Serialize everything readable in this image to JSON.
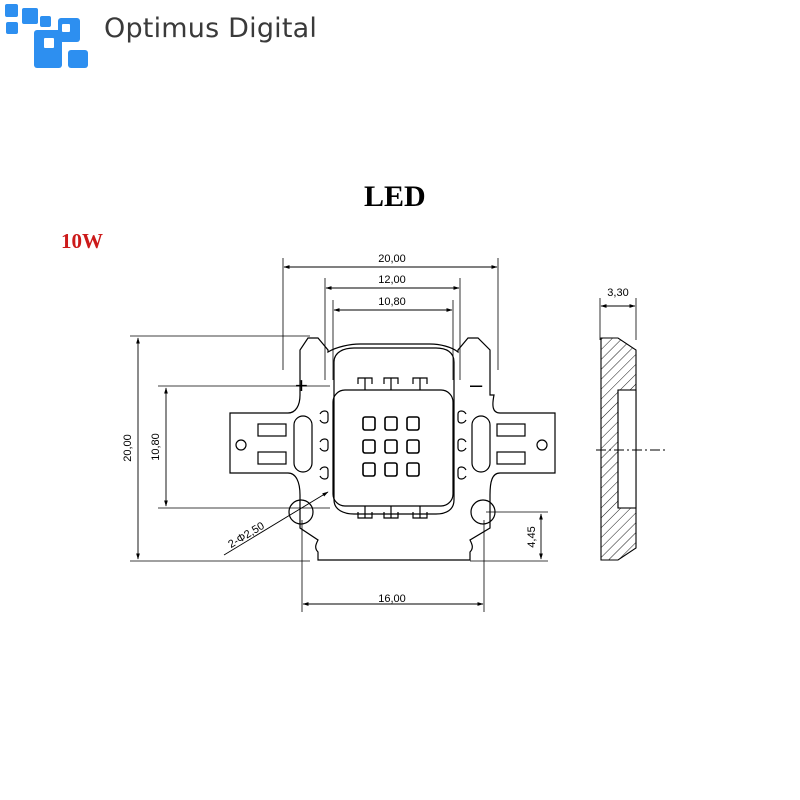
{
  "brand": {
    "name": "Optimus Digital",
    "color": "#2d8ff0"
  },
  "title": "LED",
  "power": "10W",
  "colors": {
    "ink": "#000000",
    "power_text": "#cc1a1a",
    "brand_text": "#3a3a3a"
  },
  "dimensions": {
    "top_outer": "20,00",
    "top_middle": "12,00",
    "top_inner": "10,80",
    "left_outer": "20,00",
    "left_inner": "10,80",
    "hole": "2-Φ2,50",
    "bottom": "16,00",
    "right_offset": "4,45",
    "thickness": "3,30"
  },
  "pin_labels": {
    "positive": "+",
    "negative": "–"
  }
}
